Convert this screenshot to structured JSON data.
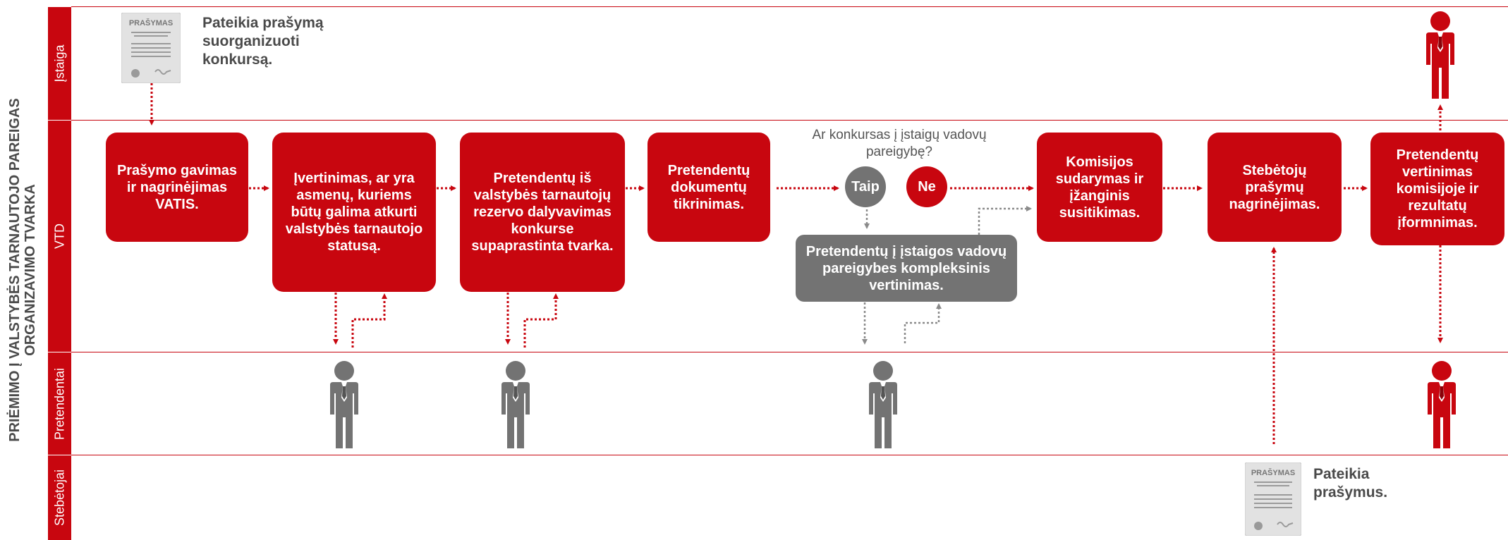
{
  "diagram": {
    "title_line1": "PRIĖMIMO Į VALSTYBĖS TARNAUTOJO PAREIGAS",
    "title_line2": "ORGANIZAVIMO TVARKA",
    "lanes": [
      "Įstaiga",
      "VTD",
      "Pretendentai",
      "Stebėtojai"
    ],
    "boxes": [
      "Prašymo gavimas ir nagrinėjimas VATIS.",
      "Įvertinimas, ar yra asmenų, kuriems būtų galima atkurti valstybės tarnautojo statusą.",
      "Pretendentų iš valstybės tarnautojų rezervo dalyvavimas konkurse supaprastinta tvarka.",
      "Pretendentų dokumentų tikrinimas.",
      "Komisijos sudarymas ir įžanginis susitikimas.",
      "Stebėtojų prašymų nagrinėjimas.",
      "Pretendentų vertinimas komisijoje ir rezultatų įformnimas."
    ],
    "complex_box": "Pretendentų į įstaigos vadovų pareigybes kompleksinis vertinimas.",
    "question": "Ar konkursas į įstaigų vadovų pareigybę?",
    "yes_label": "Taip",
    "no_label": "Ne",
    "note_institution": "Pateikia prašymą suorganizuoti konkursą.",
    "note_observers": "Pateikia prašymus.",
    "doc_label": "PRAŠYMAS",
    "colors": {
      "red": "#c8060f",
      "gray": "#737373",
      "text": "#4a4a4a"
    },
    "icons": [
      "document-icon",
      "person-icon"
    ]
  }
}
